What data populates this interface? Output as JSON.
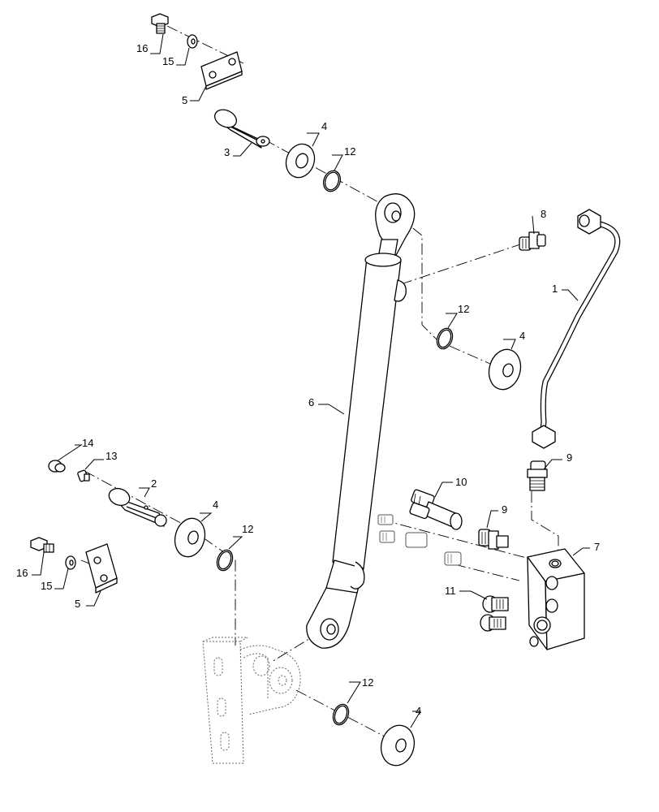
{
  "callouts": {
    "c16_top": "16",
    "c15_top": "15",
    "c5_top": "5",
    "c3": "3",
    "c4_top": "4",
    "c12_top": "12",
    "c8": "8",
    "c1": "1",
    "c12_mid": "12",
    "c4_mid": "4",
    "c6": "6",
    "c14": "14",
    "c13": "13",
    "c2": "2",
    "c4_left": "4",
    "c12_left": "12",
    "c16_bot": "16",
    "c15_bot": "15",
    "c5_bot": "5",
    "c9_top": "9",
    "c10": "10",
    "c9_mid": "9",
    "c7": "7",
    "c11": "11",
    "c12_bot": "12",
    "c4_bot": "4"
  }
}
